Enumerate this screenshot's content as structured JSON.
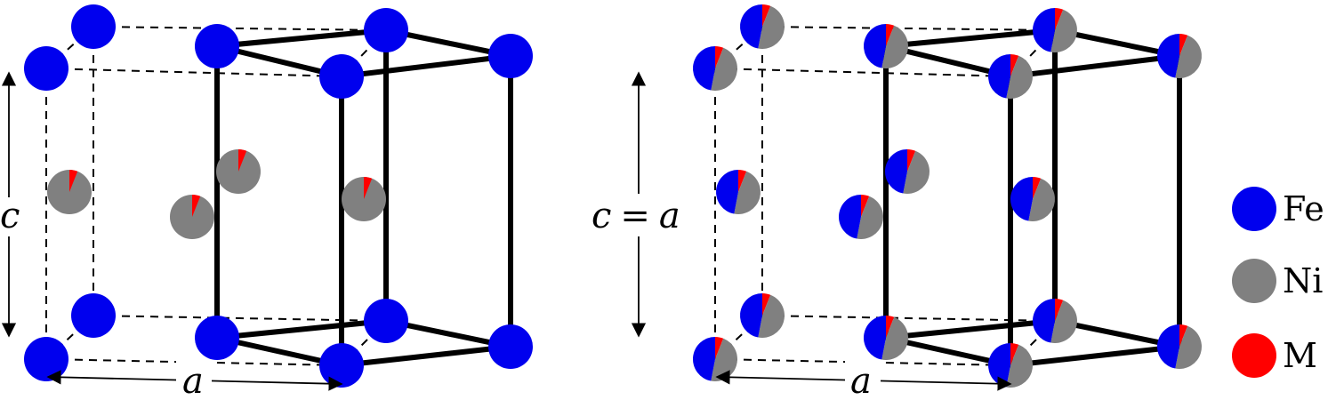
{
  "colors": {
    "fe": "#0000ee",
    "ni": "#808080",
    "m": "#ff0000",
    "edge": "#000000"
  },
  "legend": [
    {
      "key": "fe",
      "label": "Fe"
    },
    {
      "key": "ni",
      "label": "Ni"
    },
    {
      "key": "m",
      "label": "M"
    }
  ],
  "left_panel": {
    "c_label": "c",
    "a_label": "a",
    "corner_atom": "Fe",
    "interior_atom": "Ni with small M fraction",
    "m_fraction": 0.06
  },
  "right_panel": {
    "c_label": "c",
    "c_equals": "=",
    "c_value": "a",
    "a_label": "a",
    "atom": "Fe/Ni half occupancy with small M fraction",
    "fe_fraction": 0.47,
    "ni_fraction": 0.47,
    "m_fraction": 0.06
  }
}
